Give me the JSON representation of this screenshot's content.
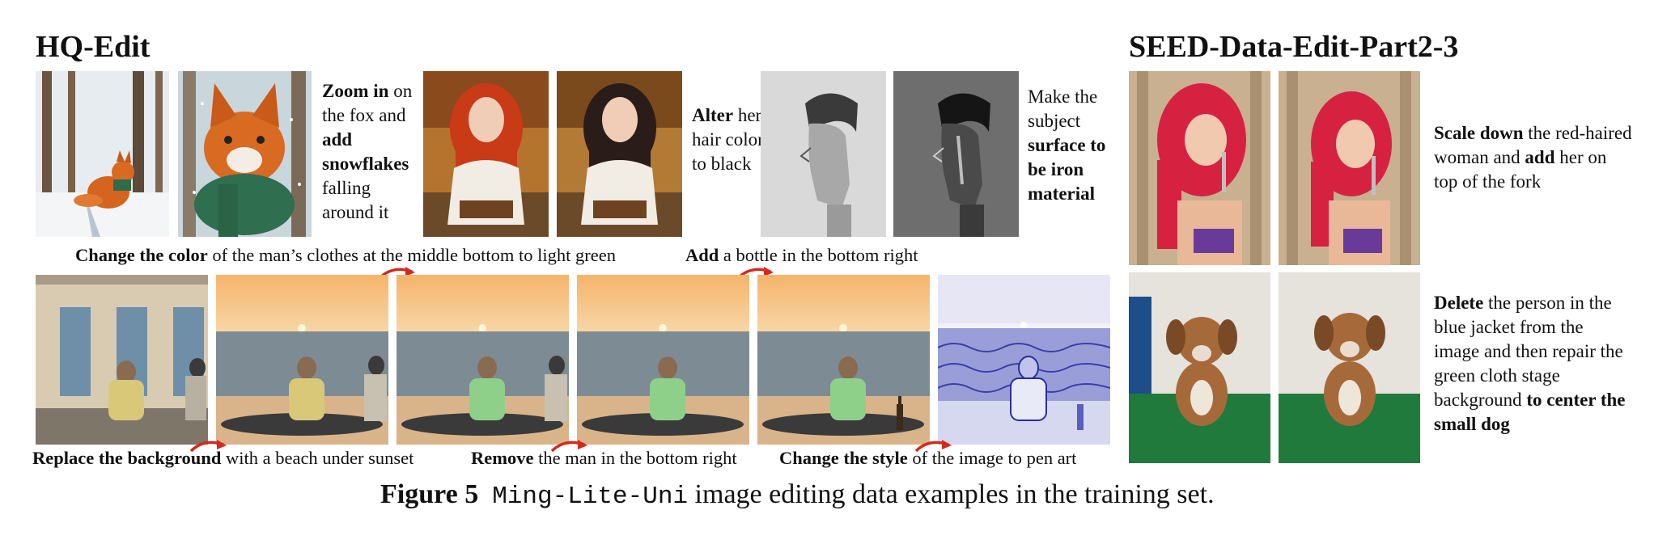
{
  "headings": {
    "left": "HQ-Edit",
    "right": "SEED-Data-Edit-Part2-3"
  },
  "hq_top": {
    "fox": {
      "bold1": "Zoom in",
      "plain1": " on the fox and ",
      "bold2": "add snowflakes",
      "plain2": " falling around it"
    },
    "hair": {
      "bold1": "Alter",
      "plain1": " her hair color to black"
    },
    "portrait": {
      "plain1": "Make the subject ",
      "bold1": "surface to be iron material"
    }
  },
  "hq_middle": {
    "color": {
      "bold": "Change the color",
      "plain": " of the man’s clothes at the middle bottom to light green"
    },
    "bottle": {
      "bold": "Add",
      "plain": " a bottle in the bottom right"
    }
  },
  "hq_bottom": {
    "background": {
      "bold": "Replace the background",
      "plain": " with a beach under sunset"
    },
    "remove": {
      "bold": "Remove",
      "plain": " the man in the bottom right"
    },
    "style": {
      "bold": "Change the style",
      "plain": " of the image to pen art"
    }
  },
  "seed": {
    "scale": {
      "bold1": "Scale down",
      "plain1": " the red-haired woman and ",
      "bold2": "add",
      "plain2": " her on top of the fork"
    },
    "delete": {
      "bold1": "Delete",
      "plain1": " the person in the blue jacket from the image and then repair the green cloth stage background ",
      "bold2": "to center the small dog"
    }
  },
  "caption": {
    "label": "Figure 5",
    "model": "Ming-Lite-Uni",
    "text": " image editing data examples in the training set."
  },
  "colors": {
    "arrow": "#d42a1e",
    "sky_top": "#f5b46b",
    "sea": "#7d8c94",
    "sand": "#d9b48a",
    "cloth": "#1f7a3c"
  },
  "images": [
    "fox-in-snowy-forest-image",
    "zoomed-fox-with-snowflakes-image",
    "red-haired-woman-reading-image",
    "black-haired-woman-reading-image",
    "male-portrait-sketch-image",
    "male-portrait-iron-image",
    "man-sitting-by-blue-doors-image",
    "two-men-on-sunset-beach-image",
    "man-in-green-shirt-beach-image",
    "man-in-green-shirt-alone-image",
    "man-with-bottle-beach-image",
    "pen-art-beach-image",
    "red-haired-woman-with-fork-image",
    "smaller-red-haired-woman-image",
    "dog-and-person-in-blue-jacket-image",
    "centered-small-dog-image"
  ]
}
